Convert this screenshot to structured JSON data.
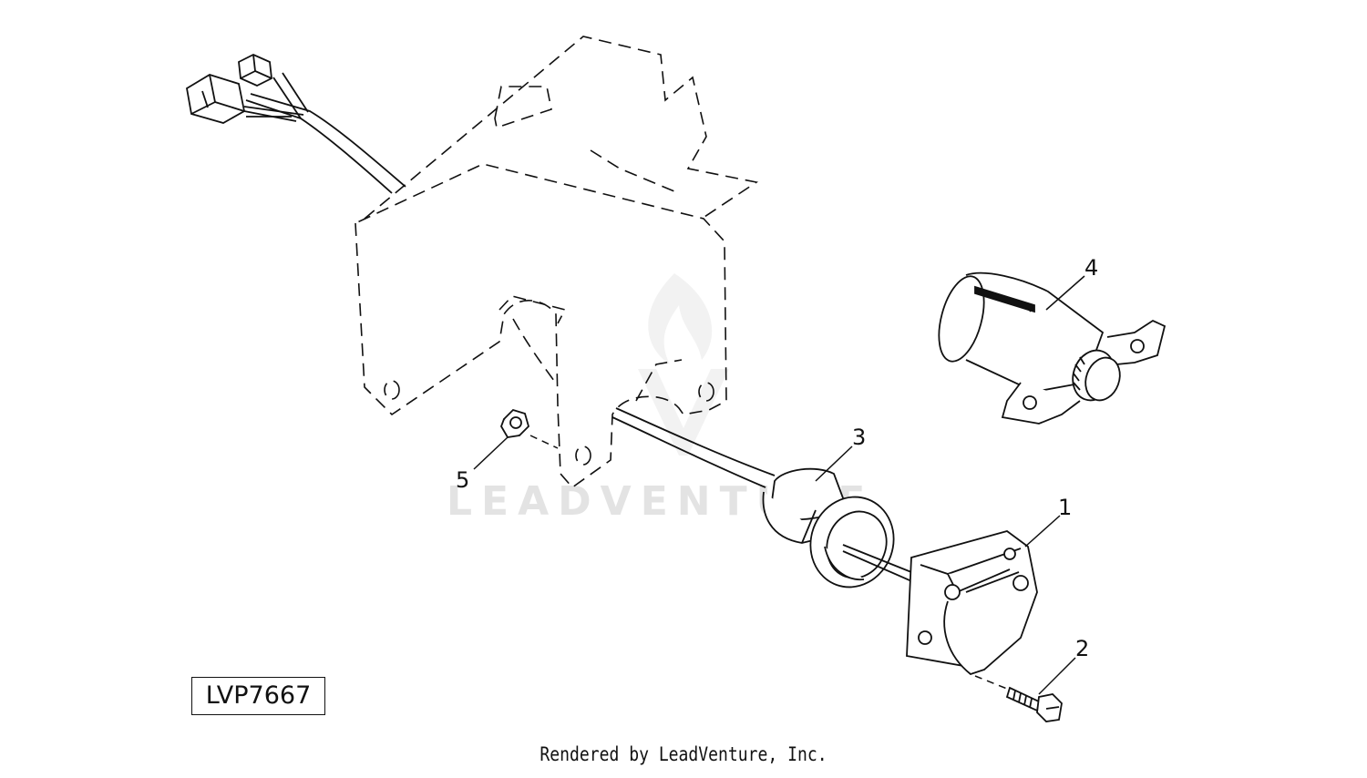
{
  "diagram": {
    "figure_id": "LVP7667",
    "callouts": {
      "part_1": "1",
      "part_2": "2",
      "part_3": "3",
      "part_4": "4",
      "part_5": "5"
    },
    "watermark": "LEADVENTURE"
  },
  "footer": {
    "credit": "Rendered by LeadVenture, Inc."
  },
  "colors": {
    "line": "#111111",
    "watermark": "#e3e3e3",
    "background": "#ffffff"
  }
}
